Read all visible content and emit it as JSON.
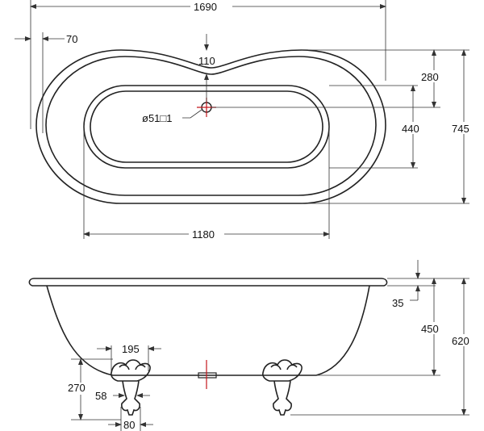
{
  "top_view": {
    "overall_length": "1690",
    "rim_offset": "70",
    "rim_width": "110",
    "end_inner": "280",
    "inner_width": "440",
    "overall_width": "745",
    "inner_length": "1180",
    "drain_label": "ø51□1"
  },
  "side_view": {
    "rim_thickness": "35",
    "depth": "450",
    "overall_height": "620",
    "foot_spacing": "195",
    "foot_height": "270",
    "foot_width_small": "58",
    "foot_width_base": "80"
  }
}
